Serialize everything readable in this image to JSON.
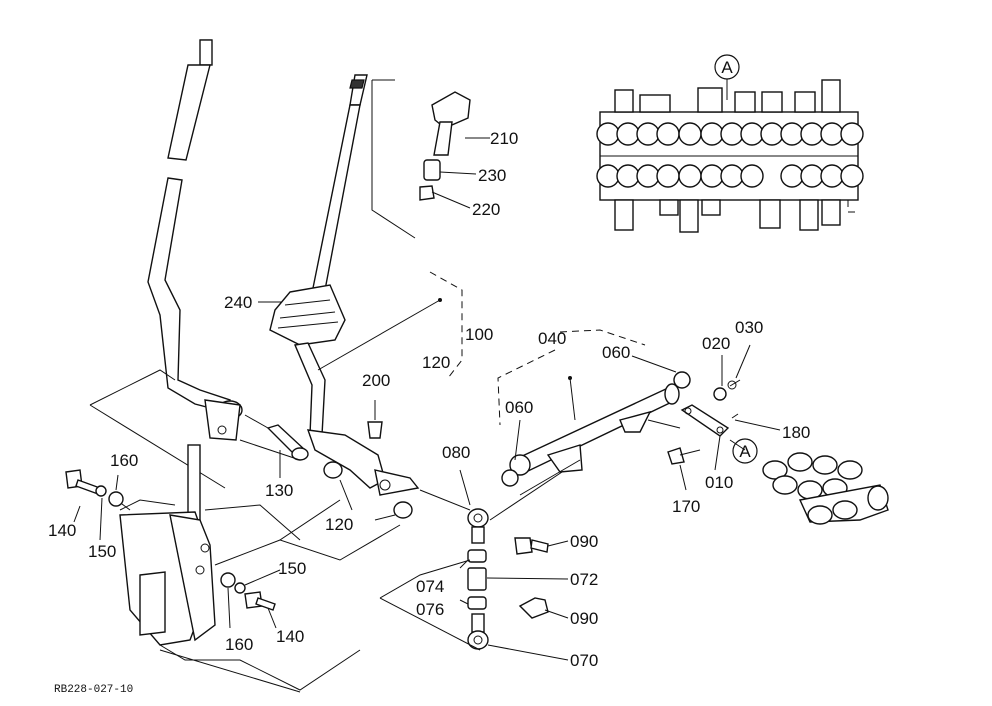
{
  "diagram": {
    "labels": {
      "p010": "010",
      "p020": "020",
      "p030": "030",
      "p040": "040",
      "p060a": "060",
      "p060b": "060",
      "p070": "070",
      "p072": "072",
      "p074": "074",
      "p076": "076",
      "p080": "080",
      "p090a": "090",
      "p090b": "090",
      "p100": "100",
      "p120a": "120",
      "p120b": "120",
      "p130": "130",
      "p140a": "140",
      "p140b": "140",
      "p150a": "150",
      "p150b": "150",
      "p160a": "160",
      "p160b": "160",
      "p170": "170",
      "p180": "180",
      "p200": "200",
      "p210": "210",
      "p220": "220",
      "p230": "230",
      "p240": "240",
      "callout_a_top": "A",
      "callout_a_mid": "A"
    },
    "drawing_code": "RB228-027-10"
  }
}
